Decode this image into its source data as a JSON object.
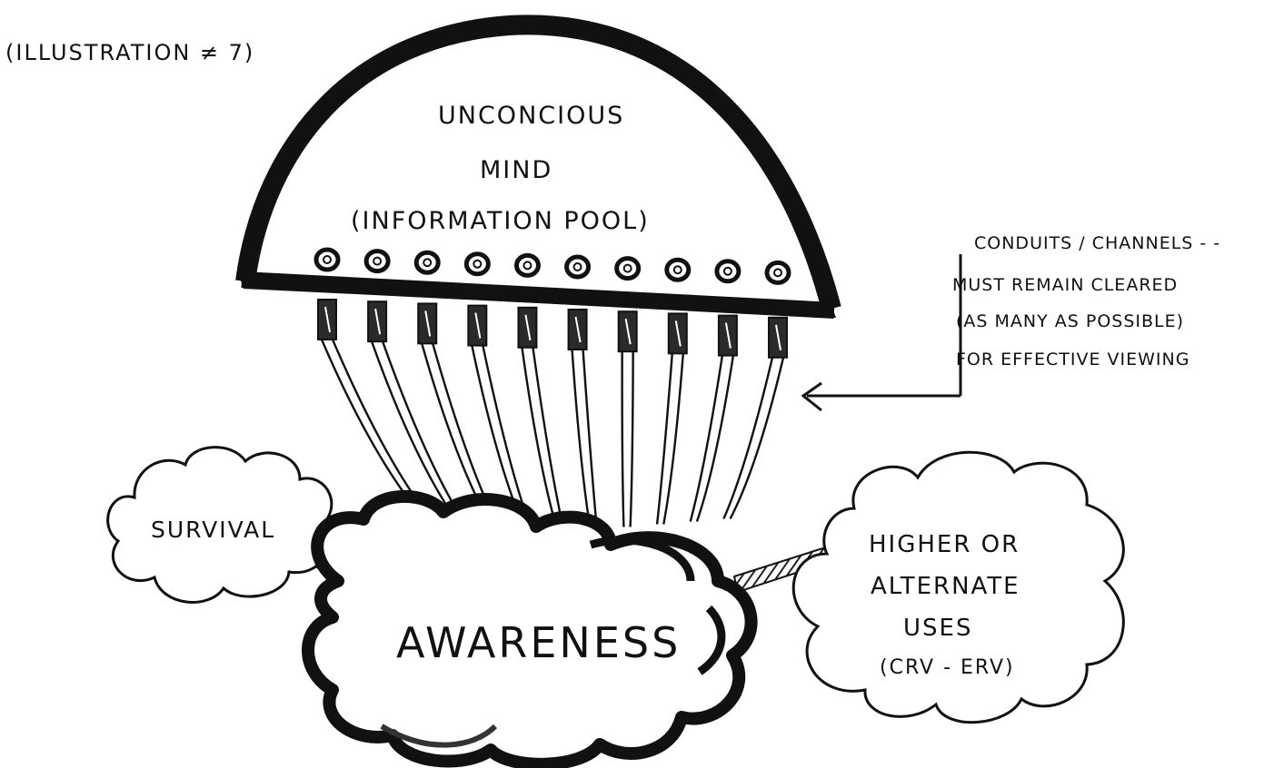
{
  "caption": "(ILLUSTRATION ≠ 7)",
  "unconscious_mind": {
    "line1": "UNCONCIOUS",
    "line2": "MIND",
    "line3": "(INFORMATION POOL)"
  },
  "conduit_note": {
    "line1": "CONDUITS / CHANNELS - -",
    "line2": "MUST REMAIN CLEARED",
    "line3": "(AS MANY AS POSSIBLE)",
    "line4": "FOR EFFECTIVE VIEWING"
  },
  "conduit_count": 10,
  "awareness": {
    "label": "AWARENESS"
  },
  "survival": {
    "label": "SURVIVAL"
  },
  "higher_uses": {
    "line1": "HIGHER OR",
    "line2": "ALTERNATE",
    "line3": "USES",
    "line4": "(CRV - ERV)"
  },
  "colors": {
    "ink": "#111111",
    "paper": "#ffffff",
    "hatch": "#444444"
  }
}
